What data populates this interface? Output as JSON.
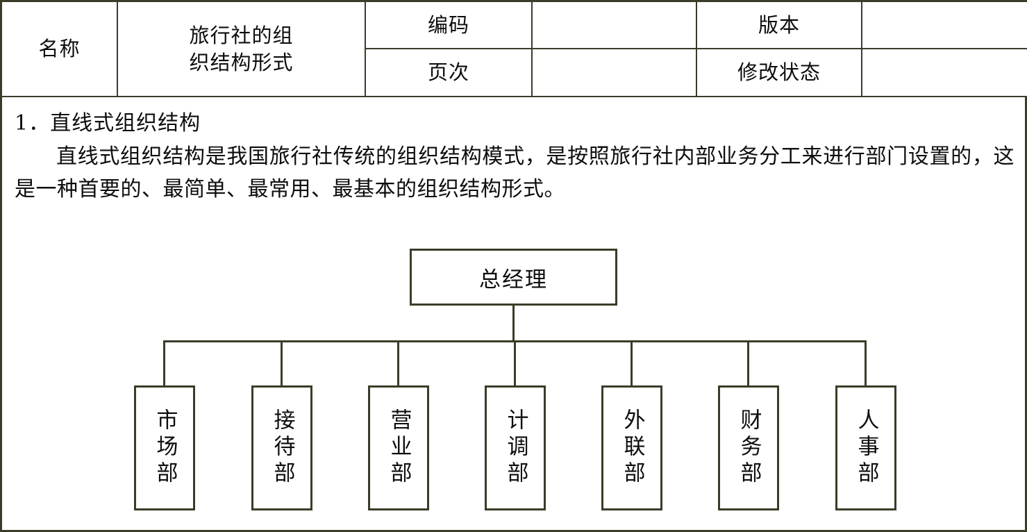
{
  "document": {
    "header": {
      "label_name": "名称",
      "title": "旅行社的组\n织结构形式",
      "label_code": "编码",
      "value_code": "",
      "label_version": "版本",
      "value_version": "",
      "label_page": "页次",
      "value_page": "",
      "label_revision_status": "修改状态",
      "value_revision_status": ""
    },
    "section": {
      "heading": "1．直线式组织结构",
      "paragraph": "直线式组织结构是我国旅行社传统的组织结构模式，是按照旅行社内部业务分工来进行部门设置的，这是一种首要的、最简单、最常用、最基本的组织结构形式。"
    },
    "org_chart": {
      "root": "总经理",
      "departments": [
        "市场部",
        "接待部",
        "营业部",
        "计调部",
        "外联部",
        "财务部",
        "人事部"
      ]
    },
    "colors": {
      "line": "#3b3b28",
      "text": "#0d0d0d",
      "background": "#ffffff"
    }
  }
}
